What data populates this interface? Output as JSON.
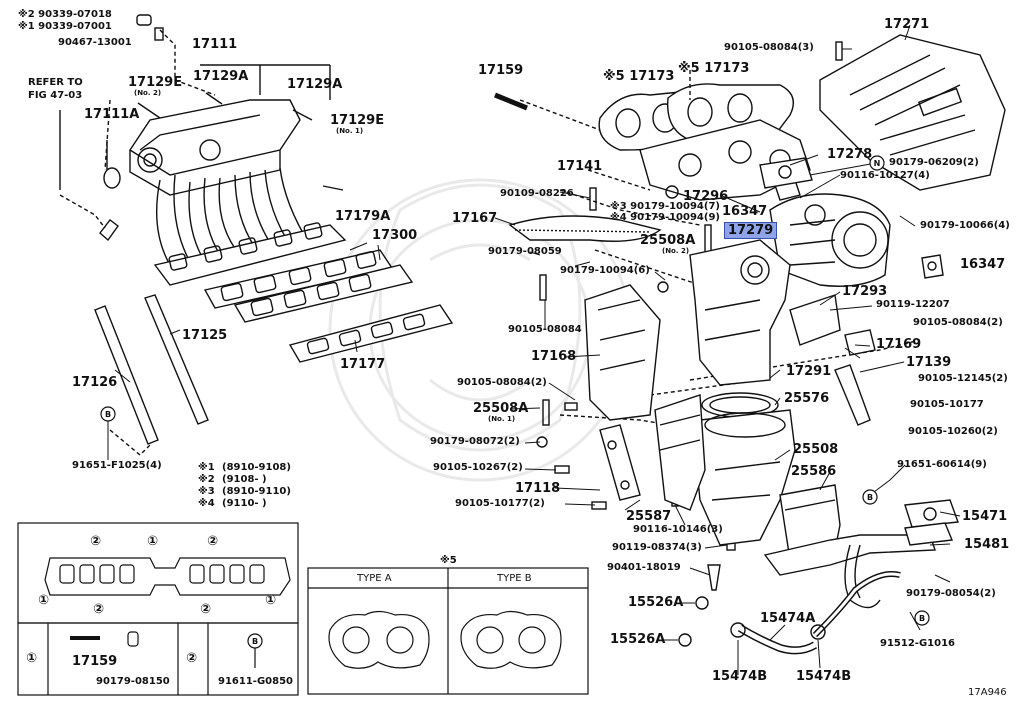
{
  "diagram_id": "17A946",
  "refer_note": [
    "REFER TO",
    "FIG 47-03"
  ],
  "legend": [
    {
      "mark": "※1",
      "text": "(8910-9108)"
    },
    {
      "mark": "※2",
      "text": "(9108-      )"
    },
    {
      "mark": "※3",
      "text": "(8910-9110)"
    },
    {
      "mark": "※4",
      "text": "(9110-      )"
    }
  ],
  "highlighted_part": "17279",
  "inset": {
    "note_mark": "※5",
    "type_a": "TYPE A",
    "type_b": "TYPE B",
    "circled": [
      "①",
      "②"
    ]
  },
  "labels": {
    "p_90339_07018": "※2 90339-07018",
    "p_90339_07001": "※1 90339-07001",
    "p_90467_13001": "90467-13001",
    "p_17111": "17111",
    "p_17129E_a": "17129E",
    "p_no2_a": "(No. 2)",
    "p_17129A_a": "17129A",
    "p_17129A_b": "17129A",
    "p_17111A": "17111A",
    "p_17129E_b": "17129E",
    "p_no1_a": "(No. 1)",
    "p_17179A": "17179A",
    "p_17300": "17300",
    "p_17125": "17125",
    "p_17177": "17177",
    "p_17126": "17126",
    "p_91651_F1025": "91651-F1025(4)",
    "p_17159": "17159",
    "p_17173_a": "※5 17173",
    "p_17173_b": "※5 17173",
    "p_17141": "17141",
    "p_90109_08226": "90109-08226",
    "p_17167": "17167",
    "p_90179_10094_7": "※3 90179-10094(7)",
    "p_90179_10094_9": "※4 90179-10094(9)",
    "p_16347_a": "16347",
    "p_25508A_a": "25508A",
    "p_no2_b": "(No. 2)",
    "p_90179_08059": "90179-08059",
    "p_90179_10094_6": "90179-10094(6)",
    "p_90105_08084_a": "90105-08084",
    "p_17168": "17168",
    "p_90105_08084_2a": "90105-08084(2)",
    "p_25508A_b": "25508A",
    "p_no1_b": "(No. 1)",
    "p_90179_08072": "90179-08072(2)",
    "p_90105_10267": "90105-10267(2)",
    "p_17118": "17118",
    "p_90105_10177_2": "90105-10177(2)",
    "p_25587": "25587",
    "p_90116_10146": "90116-10146(3)",
    "p_90119_08374": "90119-08374(3)",
    "p_90401_18019": "90401-18019",
    "p_15526A_a": "15526A",
    "p_15526A_b": "15526A",
    "p_15474B_a": "15474B",
    "p_15474A": "15474A",
    "p_15474B_b": "15474B",
    "p_17271": "17271",
    "p_90105_08084_3": "90105-08084(3)",
    "p_17278": "17278",
    "p_90179_06209": "90179-06209(2)",
    "p_90116_10127": "90116-10127(4)",
    "p_17296": "17296",
    "p_90179_10066": "90179-10066(4)",
    "p_16347_b": "16347",
    "p_17293": "17293",
    "p_90119_12207": "90119-12207",
    "p_90105_08084_2b": "90105-08084(2)",
    "p_17169": "17169",
    "p_17139": "17139",
    "p_17291": "17291",
    "p_90105_12145": "90105-12145(2)",
    "p_25576": "25576",
    "p_90105_10177": "90105-10177",
    "p_90105_10260": "90105-10260(2)",
    "p_25508": "25508",
    "p_25586": "25586",
    "p_91651_60614": "91651-60614(9)",
    "p_15471": "15471",
    "p_15481": "15481",
    "p_90179_08054": "90179-08054(2)",
    "p_91512_G1016": "91512-G1016",
    "p_inset_17159": "17159",
    "p_inset_90179_08150": "90179-08150",
    "p_inset_91611_G0850": "91611-G0850"
  },
  "icons": [
    "b-washer-icon",
    "n-nut-icon",
    "circled-1-icon",
    "circled-2-icon"
  ]
}
